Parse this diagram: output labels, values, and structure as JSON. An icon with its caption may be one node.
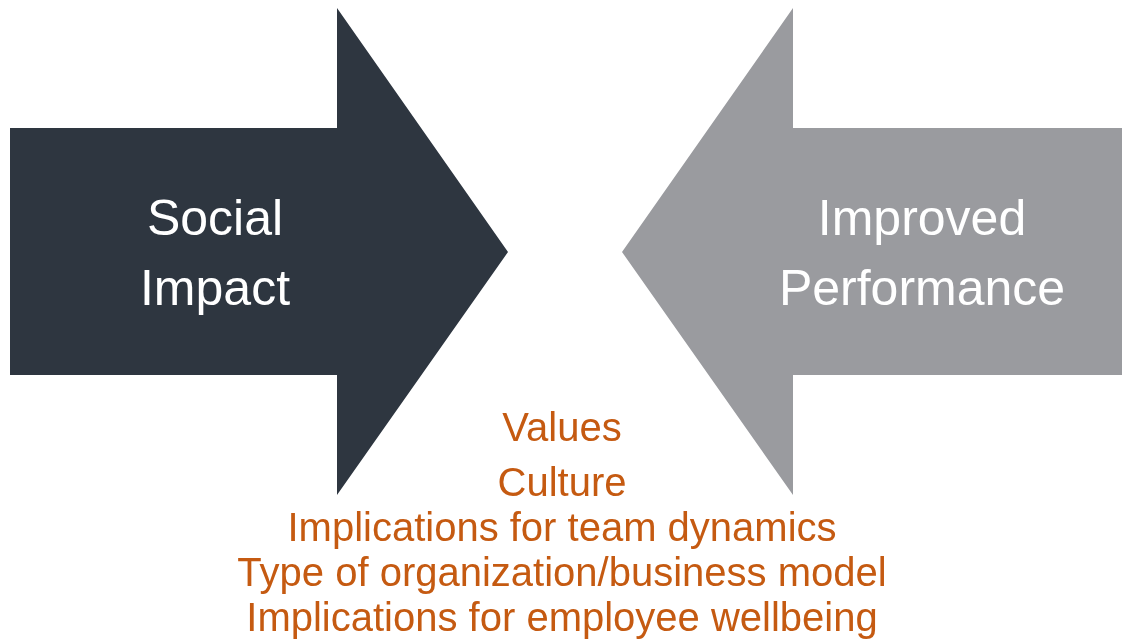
{
  "diagram": {
    "nodes": [
      {
        "text": [
          "Social Impact"
        ]
      },
      {
        "text": [
          "Improved Performance"
        ]
      }
    ],
    "labels": [
      "Values",
      "Culture",
      "Implications for team dynamics",
      "Type of organization/business model",
      "Implications for employee wellbeing"
    ]
  }
}
